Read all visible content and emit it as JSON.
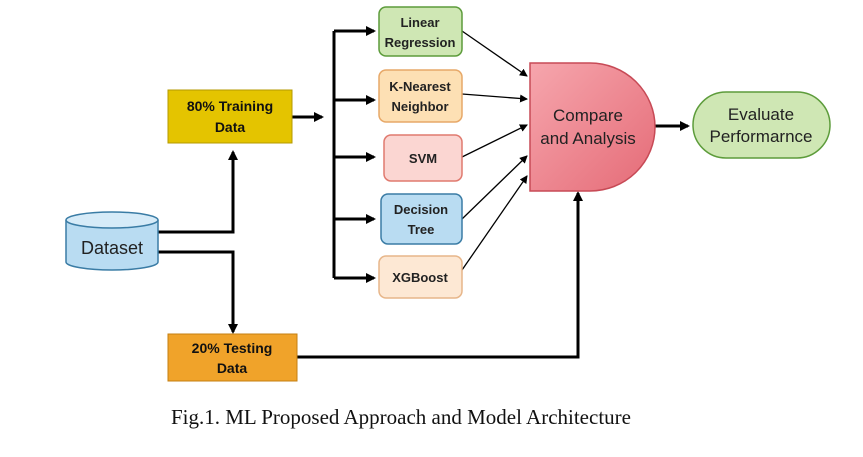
{
  "caption": "Fig.1. ML Proposed Approach and Model Architecture",
  "nodes": {
    "dataset": {
      "label": "Dataset",
      "color": "#b9dcf2",
      "stroke": "#3a7ca5"
    },
    "training": {
      "line1": "80% Training",
      "line2": "Data",
      "color": "#e4c400"
    },
    "testing": {
      "line1": "20% Testing",
      "line2": "Data",
      "color": "#f0a32a"
    },
    "linear_regression": {
      "line1": "Linear",
      "line2": "Regression",
      "color": "#cfe7b4",
      "stroke": "#5d9c3b"
    },
    "knn": {
      "line1": "K-Nearest",
      "line2": "Neighbor",
      "color": "#fde0b4",
      "stroke": "#e7a868"
    },
    "svm": {
      "label": "SVM",
      "color": "#fbd6d2",
      "stroke": "#e07a6f"
    },
    "decision_tree": {
      "line1": "Decision",
      "line2": "Tree",
      "color": "#b9dcf2",
      "stroke": "#3a7ca5"
    },
    "xgboost": {
      "label": "XGBoost",
      "color": "#fde8d4",
      "stroke": "#e7b68a"
    },
    "compare": {
      "line1": "Compare",
      "line2": "and Analysis",
      "color": "#f08a92",
      "stroke": "#c74a56"
    },
    "evaluate": {
      "line1": "Evaluate",
      "line2": "Performarnce",
      "color": "#cfe7b4",
      "stroke": "#5d9c3b"
    }
  }
}
